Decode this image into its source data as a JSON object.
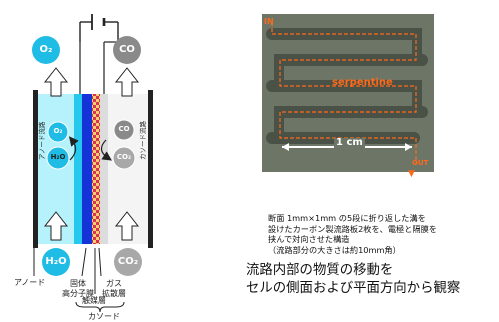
{
  "cell": {
    "o2_out": "O₂",
    "o2_in": "O₂",
    "h2o_in": "H₂O",
    "h2o_feed": "H₂O",
    "co_out": "CO",
    "co_in": "CO",
    "co2_in": "CO₂",
    "co2_feed": "CO₂",
    "anode_channel": "アノード流路",
    "cathode_channel": "カソード流路",
    "anode": "アノード",
    "membrane": "固体\n高分子膜",
    "gas_diffusion": "ガス\n拡散層",
    "catalyst": "触媒層",
    "cathode": "カソード"
  },
  "photo": {
    "in_label": "IN",
    "out_label": "OUT",
    "serpentine_label": "serpentine",
    "scale_label": "1 cm"
  },
  "caption": "断面 1mm×1mm の5段に折り返した溝を\n設けたカーボン製流路板2枚を、電極と隔膜を\n挟んで対向させた構造\n（流路部分の大きさは約10mm角）",
  "observation": "流路内部の物質の移動を\nセルの側面および平面方向から観察",
  "colors": {
    "anode_fill": "#b5f2fb",
    "oxygen_cyan": "#1fbce6",
    "membrane_blue": "#1534d8",
    "cathode_gray": "#8a8a8a",
    "orange": "#ff6a1a"
  }
}
